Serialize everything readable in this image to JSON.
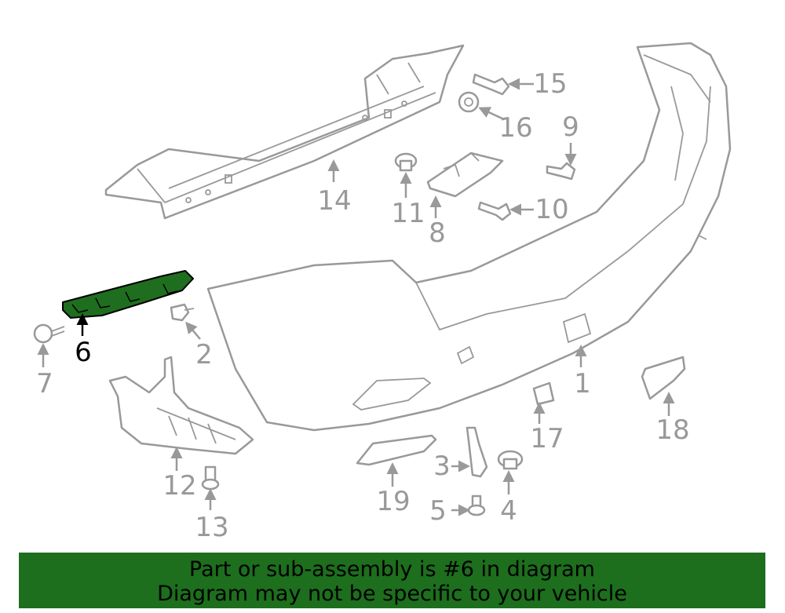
{
  "diagram": {
    "highlighted_part": "6",
    "callouts": [
      "1",
      "2",
      "3",
      "4",
      "5",
      "6",
      "7",
      "8",
      "9",
      "10",
      "11",
      "12",
      "13",
      "14",
      "15",
      "16",
      "17",
      "18",
      "19"
    ]
  },
  "banner": {
    "line1": "Part or sub-assembly is #6 in diagram",
    "line2": "Diagram may not be specific to your vehicle"
  },
  "colors": {
    "highlight": "#1f6e1f",
    "banner": "#1d6e1d",
    "linework": "#999999"
  }
}
